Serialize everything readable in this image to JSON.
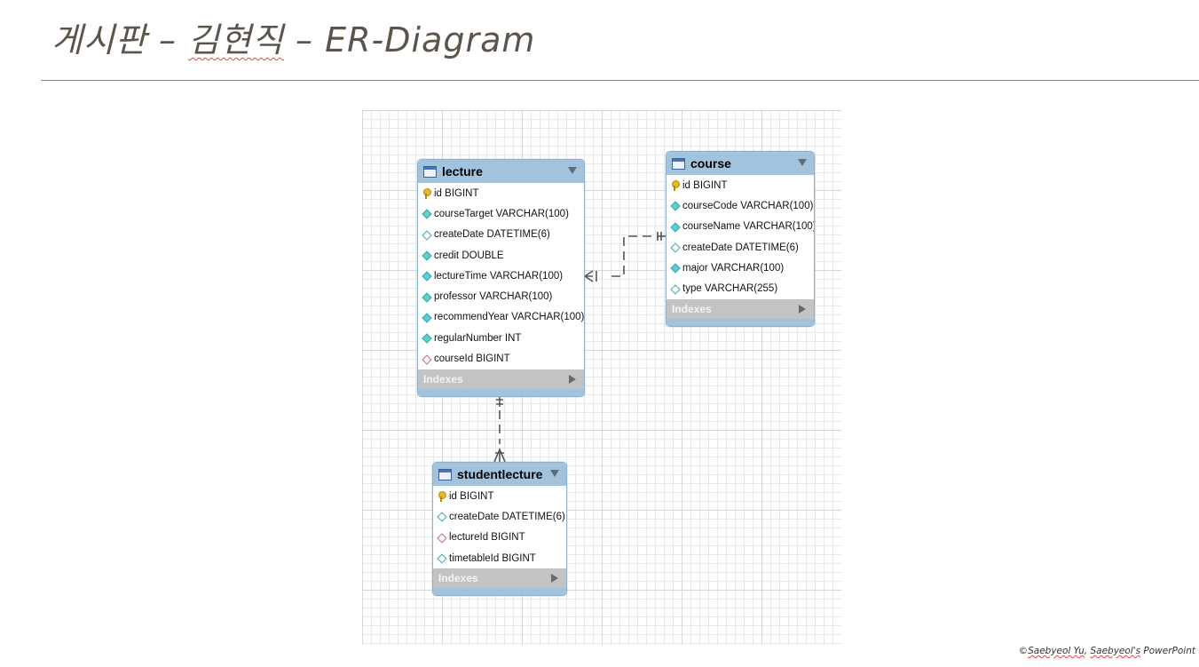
{
  "slide": {
    "title_prefix": "게시판 – ",
    "title_author": "김현직",
    "title_suffix": " – ER-Diagram",
    "credit_symbol": "©",
    "credit_author": "Saebyeol Yu",
    "credit_sep": ", ",
    "credit_app": "Saebyeol's",
    "credit_product": " PowerPoint"
  },
  "entities": {
    "lecture": {
      "name": "lecture",
      "fields": [
        {
          "text": "id BIGINT",
          "icon": "primary-key-icon"
        },
        {
          "text": "courseTarget VARCHAR(100)",
          "icon": "not-null-column-icon"
        },
        {
          "text": "createDate DATETIME(6)",
          "icon": "nullable-column-icon"
        },
        {
          "text": "credit DOUBLE",
          "icon": "not-null-column-icon"
        },
        {
          "text": "lectureTime VARCHAR(100)",
          "icon": "not-null-column-icon"
        },
        {
          "text": "professor VARCHAR(100)",
          "icon": "not-null-column-icon"
        },
        {
          "text": "recommendYear VARCHAR(100)",
          "icon": "not-null-column-icon"
        },
        {
          "text": "regularNumber INT",
          "icon": "not-null-column-icon"
        },
        {
          "text": "courseId BIGINT",
          "icon": "foreign-key-icon"
        }
      ],
      "indexes_label": "Indexes"
    },
    "course": {
      "name": "course",
      "fields": [
        {
          "text": "id BIGINT",
          "icon": "primary-key-icon"
        },
        {
          "text": "courseCode VARCHAR(100)",
          "icon": "not-null-column-icon"
        },
        {
          "text": "courseName VARCHAR(100)",
          "icon": "not-null-column-icon"
        },
        {
          "text": "createDate DATETIME(6)",
          "icon": "nullable-column-icon"
        },
        {
          "text": "major VARCHAR(100)",
          "icon": "not-null-column-icon"
        },
        {
          "text": "type VARCHAR(255)",
          "icon": "nullable-column-icon"
        }
      ],
      "indexes_label": "Indexes"
    },
    "studentlecture": {
      "name": "studentlecture",
      "fields": [
        {
          "text": "id BIGINT",
          "icon": "primary-key-icon"
        },
        {
          "text": "createDate DATETIME(6)",
          "icon": "nullable-column-icon"
        },
        {
          "text": "lectureId BIGINT",
          "icon": "foreign-key-icon"
        },
        {
          "text": "timetableId BIGINT",
          "icon": "nullable-column-icon"
        }
      ],
      "indexes_label": "Indexes"
    }
  },
  "relationships": [
    {
      "from": "course",
      "to": "lecture",
      "from_cardinality": "one-and-only-one",
      "to_cardinality": "one-or-many",
      "style": "dashed"
    },
    {
      "from": "lecture",
      "to": "studentlecture",
      "from_cardinality": "one-and-only-one",
      "to_cardinality": "one-or-many",
      "style": "dashed"
    }
  ]
}
